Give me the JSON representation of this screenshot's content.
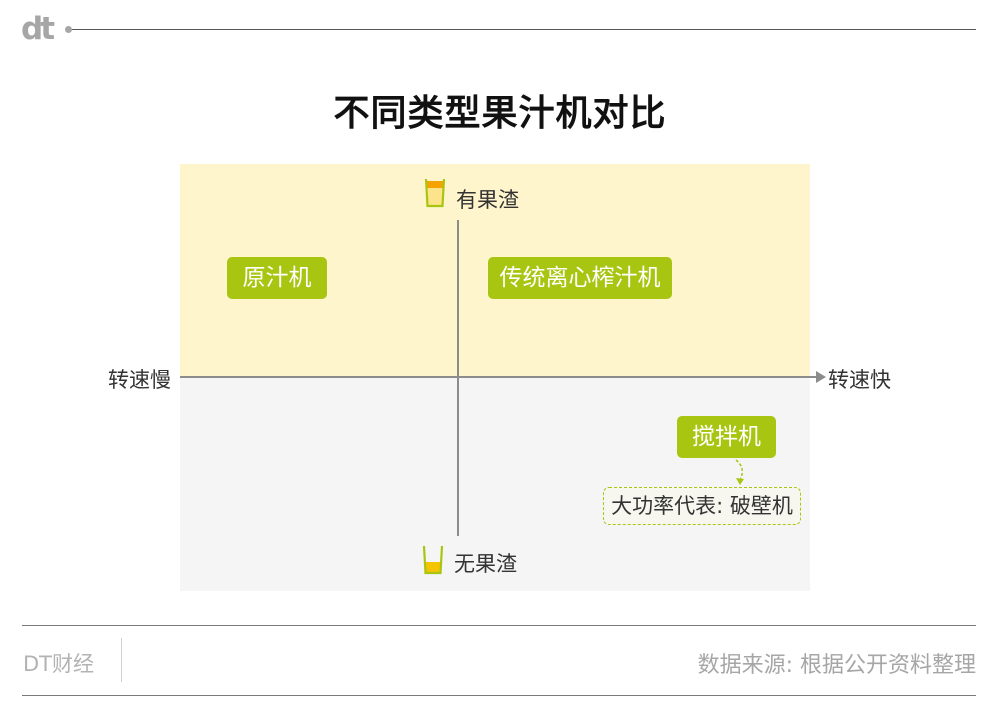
{
  "header": {
    "logo_text": "dt"
  },
  "title": "不同类型果汁机对比",
  "colors": {
    "top_quadrant_bg": "#fff5cc",
    "bottom_quadrant_bg": "#f5f5f5",
    "tag_green": "#a8c512",
    "axis_gray": "#8c8c8c",
    "cup_orange": "#f5a300",
    "cup_yellow": "#f5c400"
  },
  "axes": {
    "x_left_label": "转速慢",
    "x_right_label": "转速快",
    "y_top_label": "有果渣",
    "y_bottom_label": "无果渣",
    "y_top_icon": "cup-with-pulp-icon",
    "y_bottom_icon": "cup-without-pulp-icon"
  },
  "items": [
    {
      "label": "原汁机",
      "quadrant": "top-left",
      "speed": "slow",
      "pulp": "yes"
    },
    {
      "label": "传统离心榨汁机",
      "quadrant": "top-right",
      "speed": "fast",
      "pulp": "yes"
    },
    {
      "label": "搅拌机",
      "quadrant": "bottom-right",
      "speed": "fast",
      "pulp": "no"
    }
  ],
  "callout": {
    "text": "大功率代表: 破壁机",
    "attached_to": "搅拌机"
  },
  "footer": {
    "brand": "DT财经",
    "source": "数据来源: 根据公开资料整理"
  }
}
